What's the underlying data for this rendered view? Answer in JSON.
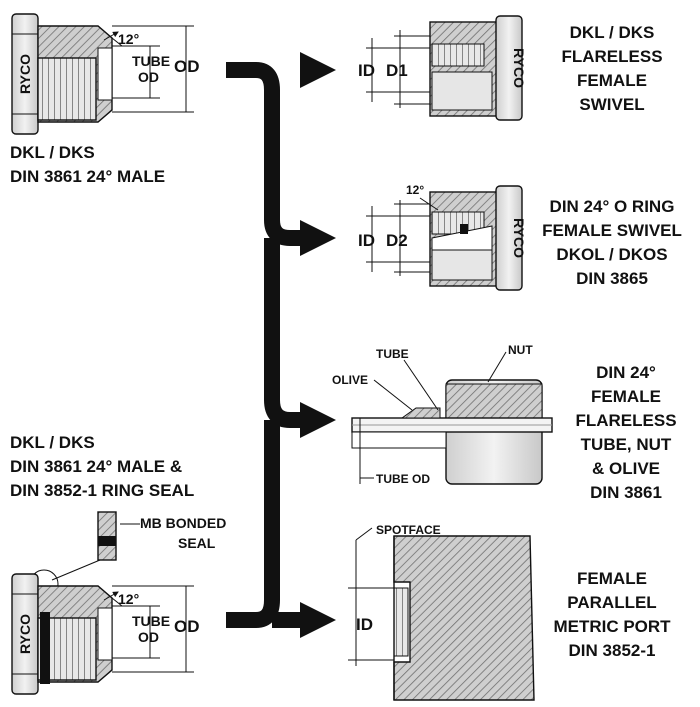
{
  "brand": "RYCO",
  "left_top": {
    "caption_line1": "DKL / DKS",
    "caption_line2": "DIN 3861  24°  MALE",
    "angle": "12°",
    "tube_od_line1": "TUBE",
    "tube_od_line2": "OD",
    "od": "OD"
  },
  "left_bottom": {
    "caption_line1": "DKL / DKS",
    "caption_line2": "DIN 3861  24°  MALE &",
    "caption_line3": "DIN 3852-1 RING SEAL",
    "seal_line1": "MB BONDED",
    "seal_line2": "SEAL",
    "angle": "12°",
    "tube_od_line1": "TUBE",
    "tube_od_line2": "OD",
    "od": "OD"
  },
  "right_1": {
    "dims_id": "ID",
    "dims_d": "D1",
    "caption": [
      "DKL / DKS",
      "FLARELESS",
      "FEMALE",
      "SWIVEL"
    ]
  },
  "right_2": {
    "angle": "12°",
    "dims_id": "ID",
    "dims_d": "D2",
    "caption": [
      "DIN 24° O RING",
      "FEMALE SWIVEL",
      "DKOL / DKOS",
      "DIN 3865"
    ]
  },
  "right_3": {
    "tube": "TUBE",
    "nut": "NUT",
    "olive": "OLIVE",
    "tube_od": "TUBE OD",
    "caption": [
      "DIN 24°",
      "FEMALE",
      "FLARELESS",
      "TUBE, NUT",
      "& OLIVE",
      "DIN 3861"
    ]
  },
  "right_4": {
    "spotface": "SPOTFACE",
    "dims_id": "ID",
    "caption": [
      "FEMALE",
      "PARALLEL",
      "METRIC PORT",
      "DIN 3852-1"
    ]
  },
  "colors": {
    "ink": "#111111",
    "metal": "#e4e4e4",
    "hatch": "#8a8a8a",
    "paper": "#ffffff"
  }
}
